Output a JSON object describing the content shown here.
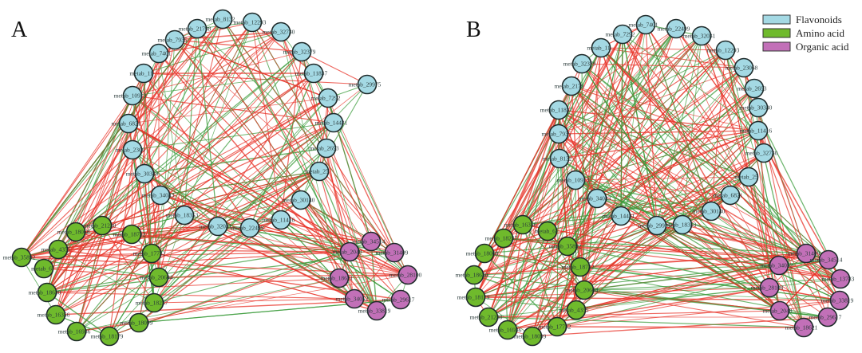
{
  "legend": [
    {
      "label": "Flavonoids",
      "color": "#a4d9e4"
    },
    {
      "label": "Amino acid",
      "color": "#6fba2c"
    },
    {
      "label": "Organic acid",
      "color": "#c270b8"
    }
  ],
  "edge_colors": {
    "positive": "#e8342a",
    "negative": "#3c9c3c"
  },
  "panels": [
    {
      "letter": "A",
      "flavonoids": [
        "metab_8132",
        "metab_12293",
        "metab_32730",
        "metab_32379",
        "metab_11837",
        "metab_29975",
        "metab_7292",
        "metab_14431",
        "metab_2693",
        "metab_25",
        "metab_30140",
        "metab_11416",
        "metab_22499",
        "metab_32031",
        "metab_18353",
        "metab_34043",
        "metab_30340",
        "metab_2306",
        "metab_6821",
        "metab_10913",
        "metab_11",
        "metab_7401",
        "metab_7935",
        "metab_21798"
      ],
      "amino_acid": [
        "metab_21230",
        "metab_18068",
        "metab_18732",
        "metab_4355",
        "metab_17732",
        "metab_35892",
        "metab_6",
        "metab_20604",
        "metab_18630",
        "metab_18237",
        "metab_16356",
        "metab_18099",
        "metab_16936",
        "metab_18179"
      ],
      "organic_acid": [
        "metab_34514",
        "metab_31409",
        "metab_2048",
        "metab_28100",
        "metab_18621",
        "metab_34052",
        "metab_29617",
        "metab_33819"
      ]
    },
    {
      "letter": "B",
      "flavonoids": [
        "metab_7401",
        "metab_22499",
        "metab_32031",
        "metab_12293",
        "metab_23068",
        "metab_2693",
        "metab_30340",
        "metab_11416",
        "metab_32730",
        "metab_25",
        "metab_6821",
        "metab_30140",
        "metab_18353",
        "metab_29975",
        "metab_14431",
        "metab_34043",
        "metab_10913",
        "metab_8132",
        "metab_7935",
        "metab_11837",
        "metab_2179",
        "metab_32379",
        "metab_11",
        "metab_7292"
      ],
      "amino_acid": [
        "metab_16356",
        "metab_6",
        "metab_18237",
        "metab_35892",
        "metab_18068",
        "metab_18732",
        "metab_18630",
        "metab_20604",
        "metab_18179",
        "metab_4355",
        "metab_21230",
        "metab_17732",
        "metab_16936",
        "metab_18099"
      ],
      "organic_acid": [
        "metab_31409",
        "metab_34514",
        "metab_34052",
        "metab_13783",
        "metab_28100",
        "metab_33819",
        "metab_2048",
        "metab_29617",
        "metab_18621"
      ]
    }
  ]
}
